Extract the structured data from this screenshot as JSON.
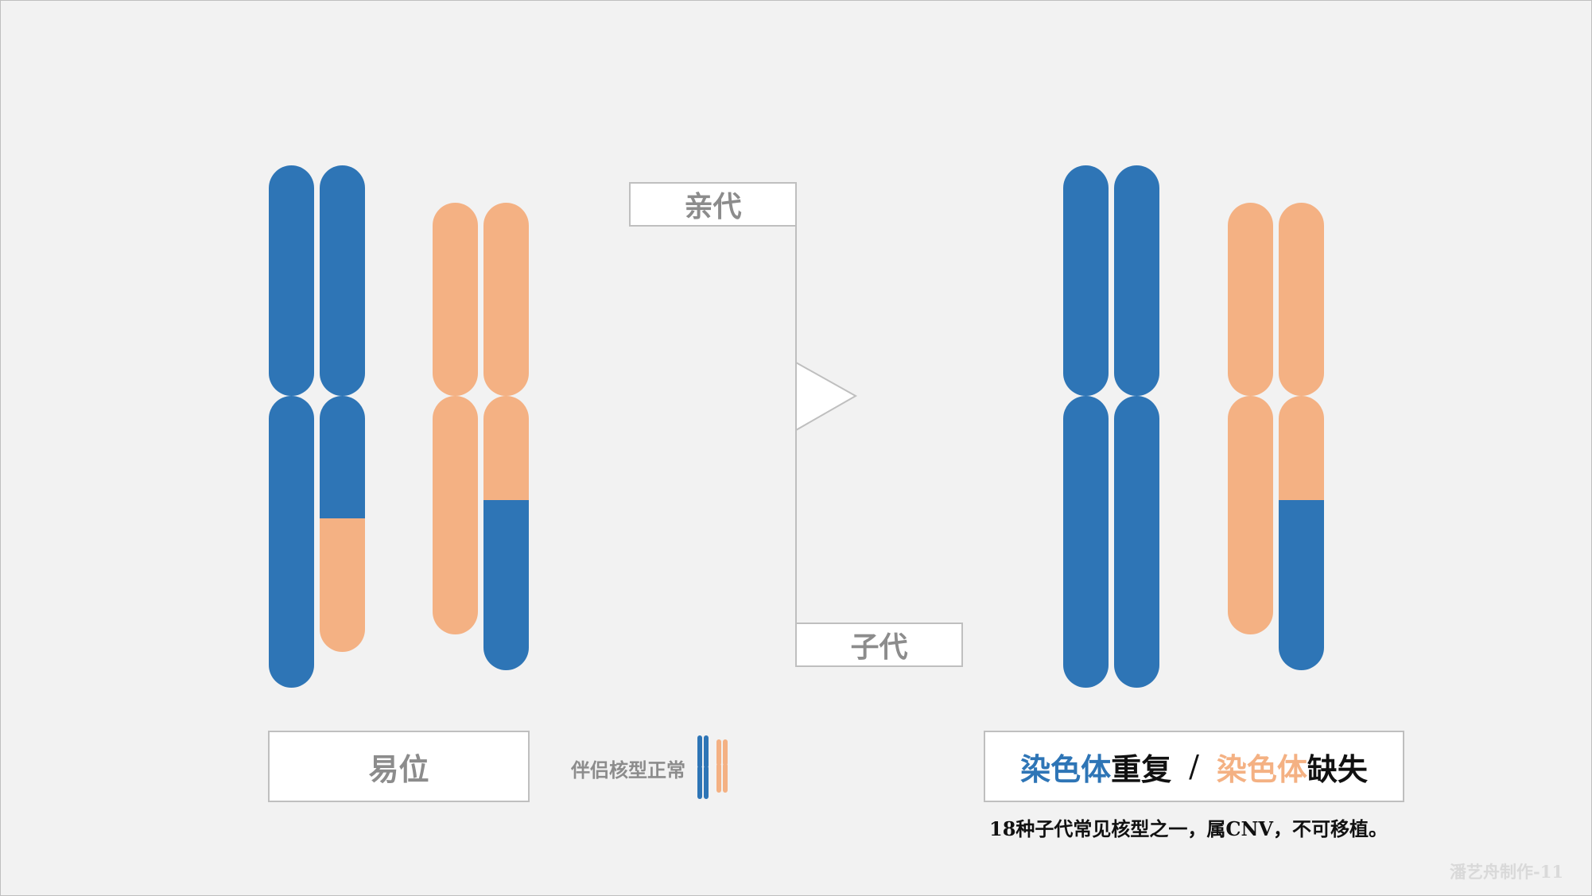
{
  "colors": {
    "background": "#f2f2f2",
    "blue": "#2e75b6",
    "peach": "#f4b183",
    "gray_text": "#8c8c8c",
    "box_border": "#bfbfbf",
    "dark_text": "#111111"
  },
  "parent_label": "亲代",
  "child_label": "子代",
  "translocation_label": "易位",
  "partner_label": "伴侣核型正常",
  "result": {
    "part1": "染色体",
    "part2": "重复",
    "sep": "/",
    "part3": "染色体",
    "part4": "缺失"
  },
  "note": "18种子代常见核型之一，属CNV，不可移植。",
  "footer": "潘艺舟制作-11"
}
